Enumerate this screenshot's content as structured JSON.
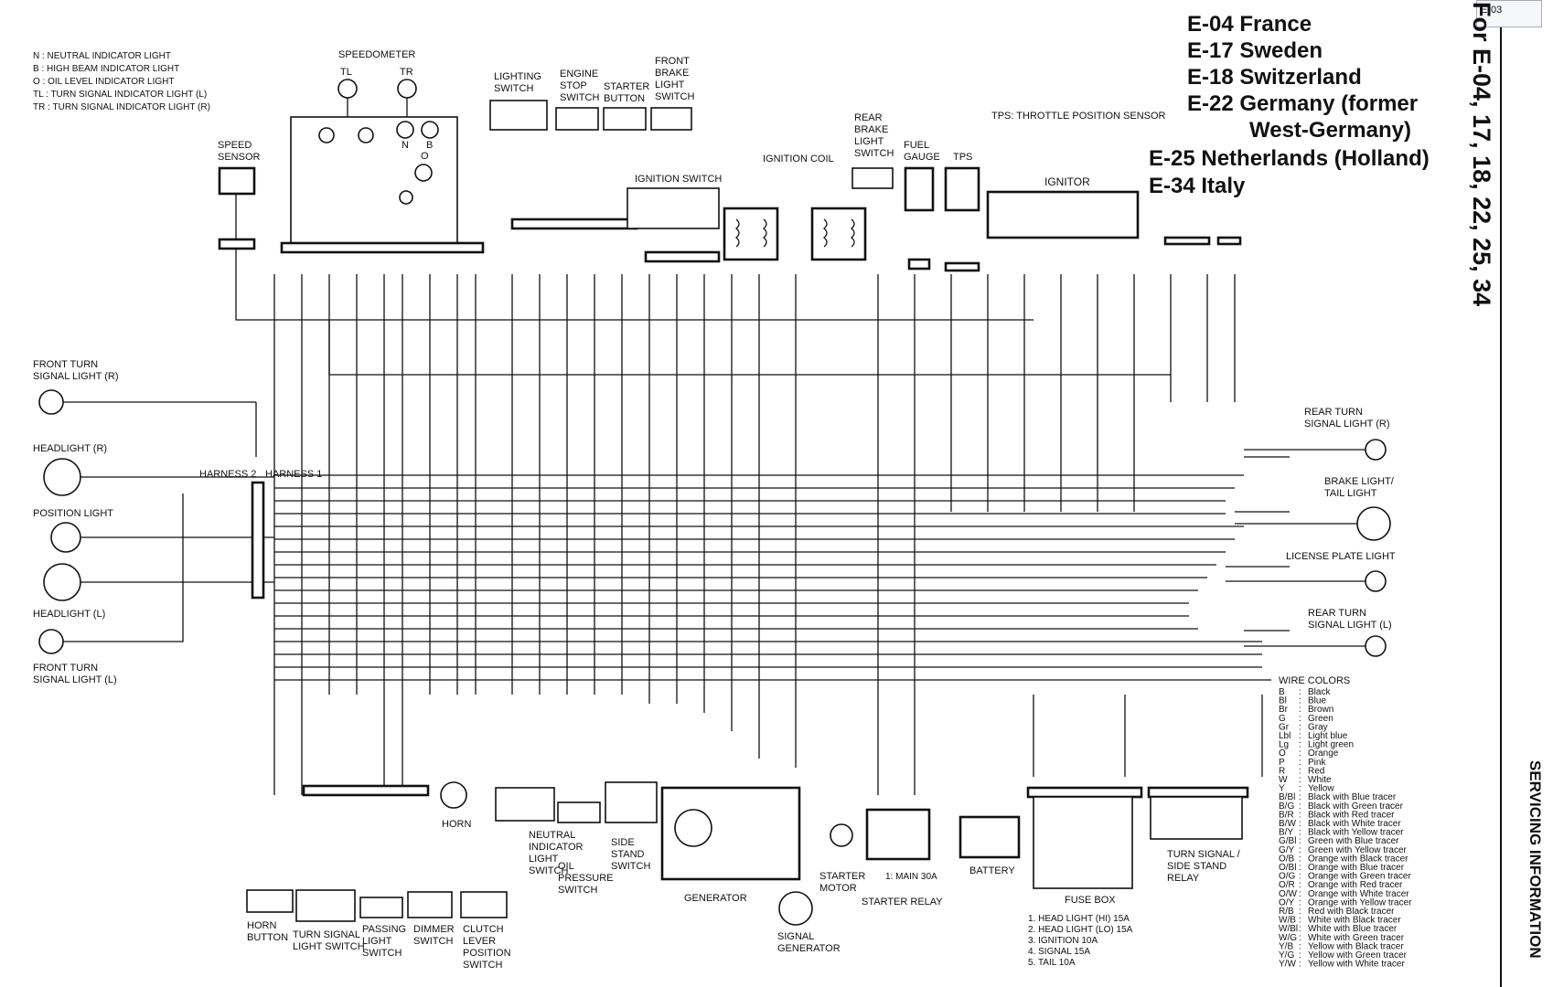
{
  "tab": {
    "label": "E-03"
  },
  "legend_top_left": [
    "N   : NEUTRAL INDICATOR LIGHT",
    "B   : HIGH BEAM INDICATOR LIGHT",
    "O   : OIL LEVEL INDICATOR LIGHT",
    "TL  : TURN SIGNAL INDICATOR  LIGHT (L)",
    "TR  : TURN SIGNAL INDICATOR  LIGHT (R)"
  ],
  "regions": [
    "E-04 France",
    "E-17 Sweden",
    "E-18 Switzerland",
    "E-22 Germany (former",
    "West-Germany)",
    "E-25 Netherlands (Holland)",
    "E-34 Italy"
  ],
  "side_title": "For E-04, 17, 18, 22, 25, 34",
  "section_title": "SERVICING INFORMATION",
  "tps_note": "TPS: THROTTLE POSITION SENSOR",
  "components": {
    "speedometer": "SPEEDOMETER",
    "tl": "TL",
    "tr": "TR",
    "n": "N",
    "b": "B",
    "o": "O",
    "speed_sensor": [
      "SPEED",
      "SENSOR"
    ],
    "lighting_switch": [
      "LIGHTING",
      "SWITCH"
    ],
    "engine_stop": [
      "ENGINE",
      "STOP",
      "SWITCH"
    ],
    "starter_button": [
      "STARTER",
      "BUTTON"
    ],
    "front_brake": [
      "FRONT",
      "BRAKE",
      "LIGHT",
      "SWITCH"
    ],
    "ignition_switch": "IGNITION SWITCH",
    "ignition_coil": "IGNITION COIL",
    "rear_brake": [
      "REAR",
      "BRAKE",
      "LIGHT",
      "SWITCH"
    ],
    "fuel_gauge": [
      "FUEL",
      "GAUGE"
    ],
    "tps": "TPS",
    "ignitor": "IGNITOR",
    "front_turn_r": [
      "FRONT TURN",
      "SIGNAL LIGHT (R)"
    ],
    "headlight_r": "HEADLIGHT (R)",
    "position_light": "POSITION LIGHT",
    "headlight_l": "HEADLIGHT (L)",
    "front_turn_l": [
      "FRONT TURN",
      "SIGNAL LIGHT (L)"
    ],
    "harness2": "HARNESS 2",
    "harness1": "HARNESS 1",
    "rear_turn_r": [
      "REAR TURN",
      "SIGNAL LIGHT (R)"
    ],
    "brake_tail": [
      "BRAKE LIGHT/",
      "TAIL LIGHT"
    ],
    "license_plate": "LICENSE PLATE LIGHT",
    "rear_turn_l": [
      "REAR TURN",
      "SIGNAL LIGHT (L)"
    ],
    "horn": "HORN",
    "neutral_switch": [
      "NEUTRAL",
      "INDICATOR",
      "LIGHT",
      "SWITCH"
    ],
    "oil_pressure": [
      "OIL",
      "PRESSURE",
      "SWITCH"
    ],
    "side_stand": [
      "SIDE",
      "STAND",
      "SWITCH"
    ],
    "generator": "GENERATOR",
    "signal_generator": [
      "SIGNAL",
      "GENERATOR"
    ],
    "starter_motor": [
      "STARTER",
      "MOTOR"
    ],
    "starter_relay": "STARTER RELAY",
    "main_fuse": "1: MAIN 30A",
    "battery": "BATTERY",
    "fuse_box": "FUSE BOX",
    "turn_relay": [
      "TURN SIGNAL /",
      "SIDE STAND",
      "RELAY"
    ],
    "horn_button": [
      "HORN",
      "BUTTON"
    ],
    "turn_switch": [
      "TURN SIGNAL",
      "LIGHT SWITCH"
    ],
    "passing": [
      "PASSING",
      "LIGHT",
      "SWITCH"
    ],
    "dimmer": [
      "DIMMER",
      "SWITCH"
    ],
    "clutch": [
      "CLUTCH",
      "LEVER",
      "POSITION",
      "SWITCH"
    ]
  },
  "fuses": [
    "1. HEAD LIGHT (HI)   15A",
    "2. HEAD LIGHT (LO)   15A",
    "3. IGNITION              10A",
    "4. SIGNAL                 15A",
    "5. TAIL                      10A"
  ],
  "wire_colors_title": "WIRE COLORS",
  "wire_colors": [
    [
      "B",
      "Black"
    ],
    [
      "Bl",
      "Blue"
    ],
    [
      "Br",
      "Brown"
    ],
    [
      "G",
      "Green"
    ],
    [
      "Gr",
      "Gray"
    ],
    [
      "Lbl",
      "Light blue"
    ],
    [
      "Lg",
      "Light green"
    ],
    [
      "O",
      "Orange"
    ],
    [
      "P",
      "Pink"
    ],
    [
      "R",
      "Red"
    ],
    [
      "W",
      "White"
    ],
    [
      "Y",
      "Yellow"
    ],
    [
      "B/Bl",
      "Black with Blue tracer"
    ],
    [
      "B/G",
      "Black with Green tracer"
    ],
    [
      "B/R",
      "Black with Red tracer"
    ],
    [
      "B/W",
      "Black with White tracer"
    ],
    [
      "B/Y",
      "Black with Yellow tracer"
    ],
    [
      "G/Bl",
      "Green with Blue tracer"
    ],
    [
      "G/Y",
      "Green with Yellow tracer"
    ],
    [
      "O/B",
      "Orange with Black tracer"
    ],
    [
      "O/Bl",
      "Orange with Blue tracer"
    ],
    [
      "O/G",
      "Orange with Green tracer"
    ],
    [
      "O/R",
      "Orange with Red tracer"
    ],
    [
      "O/W",
      "Orange with White tracer"
    ],
    [
      "O/Y",
      "Orange with Yellow tracer"
    ],
    [
      "R/B",
      "Red with Black tracer"
    ],
    [
      "W/B",
      "White with Black tracer"
    ],
    [
      "W/Bl",
      "White with Blue tracer"
    ],
    [
      "W/G",
      "White with Green tracer"
    ],
    [
      "Y/B",
      "Yellow with Black tracer"
    ],
    [
      "Y/G",
      "Yellow with Green tracer"
    ],
    [
      "Y/W",
      "Yellow with White tracer"
    ]
  ]
}
